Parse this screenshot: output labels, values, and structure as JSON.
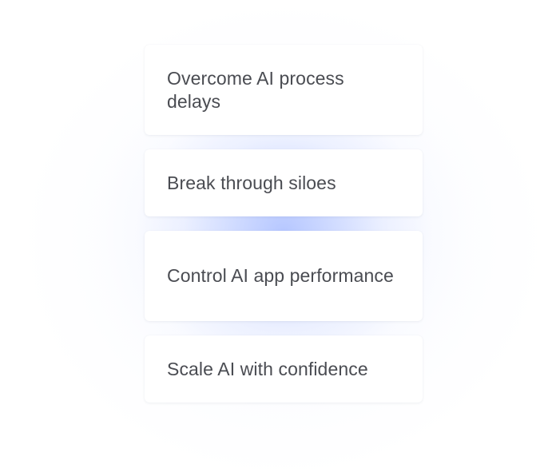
{
  "cards": [
    {
      "label": "Overcome AI process delays"
    },
    {
      "label": "Break through siloes"
    },
    {
      "label": "Control AI app performance"
    },
    {
      "label": "Scale AI with confidence"
    }
  ],
  "colors": {
    "glow": "#b2c4ff",
    "card_background": "#ffffff",
    "text": "#4a4c52"
  }
}
